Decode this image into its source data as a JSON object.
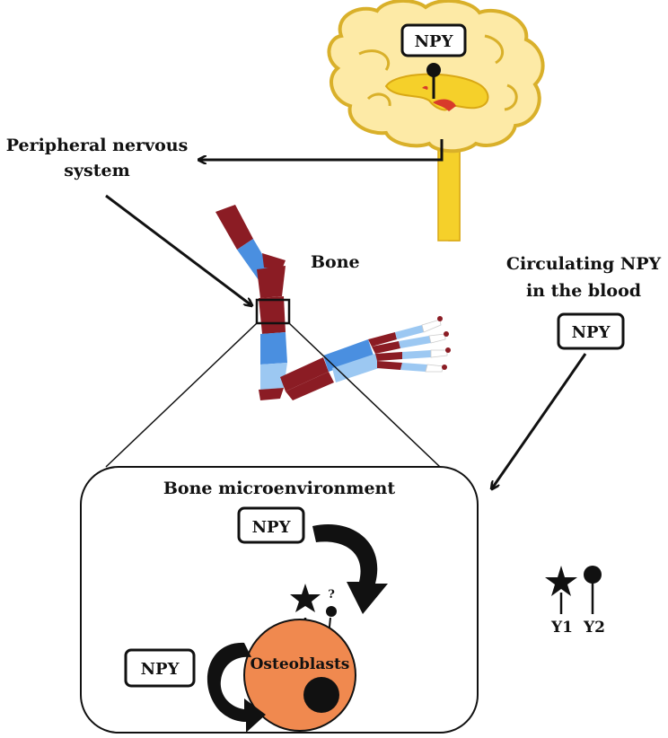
{
  "labels": {
    "brain_npy": "NPY",
    "pns_line1": "Peripheral nervous",
    "pns_line2": "system",
    "bone": "Bone",
    "circ_line1": "Circulating NPY",
    "circ_line2": "in the blood",
    "circ_npy": "NPY",
    "micro_title": "Bone microenvironment",
    "micro_npy": "NPY",
    "left_npy": "NPY",
    "question": "?",
    "osteoblasts": "Osteoblasts",
    "y1": "Y1",
    "y2": "Y2"
  },
  "colors": {
    "brain_fill": "#fdeaa6",
    "brain_stroke": "#d9b02a",
    "brainstem": "#f5d02a",
    "bone_red": "#8b1c24",
    "bone_blue": "#4a8fe0",
    "bone_light_blue": "#9cc8f2",
    "osteoblast": "#f0894f",
    "ink": "#111111"
  }
}
